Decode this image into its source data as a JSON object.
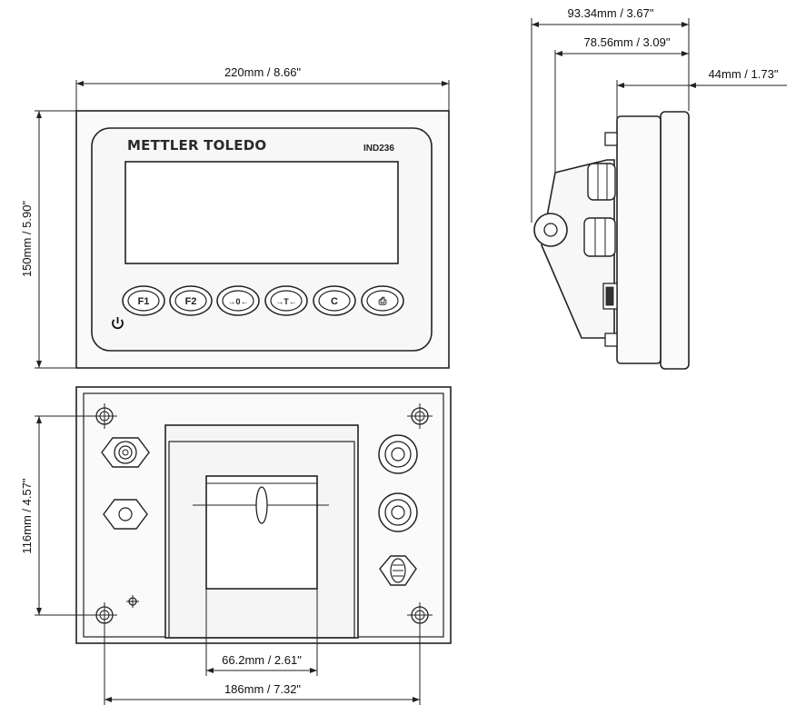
{
  "front_view": {
    "brand": "METTLER TOLEDO",
    "model": "IND236",
    "keys": [
      {
        "name": "f1-key",
        "label": "F1"
      },
      {
        "name": "f2-key",
        "label": "F2"
      },
      {
        "name": "zero-key",
        "label": "→0←"
      },
      {
        "name": "tare-key",
        "label": "→T←"
      },
      {
        "name": "clear-key",
        "label": "C"
      },
      {
        "name": "print-key",
        "label": "⎙"
      }
    ],
    "power_icon": "power-icon"
  },
  "dimensions": {
    "front_width": "220mm / 8.66\"",
    "front_height": "150mm / 5.90\"",
    "side_total_depth": "93.34mm / 3.67\"",
    "side_bracket_depth": "78.56mm / 3.09\"",
    "side_body_depth": "44mm / 1.73\"",
    "rear_hole_vertical": "116mm / 4.57\"",
    "rear_mount_width": "66.2mm / 2.61\"",
    "rear_hole_horizontal": "186mm / 7.32\""
  }
}
